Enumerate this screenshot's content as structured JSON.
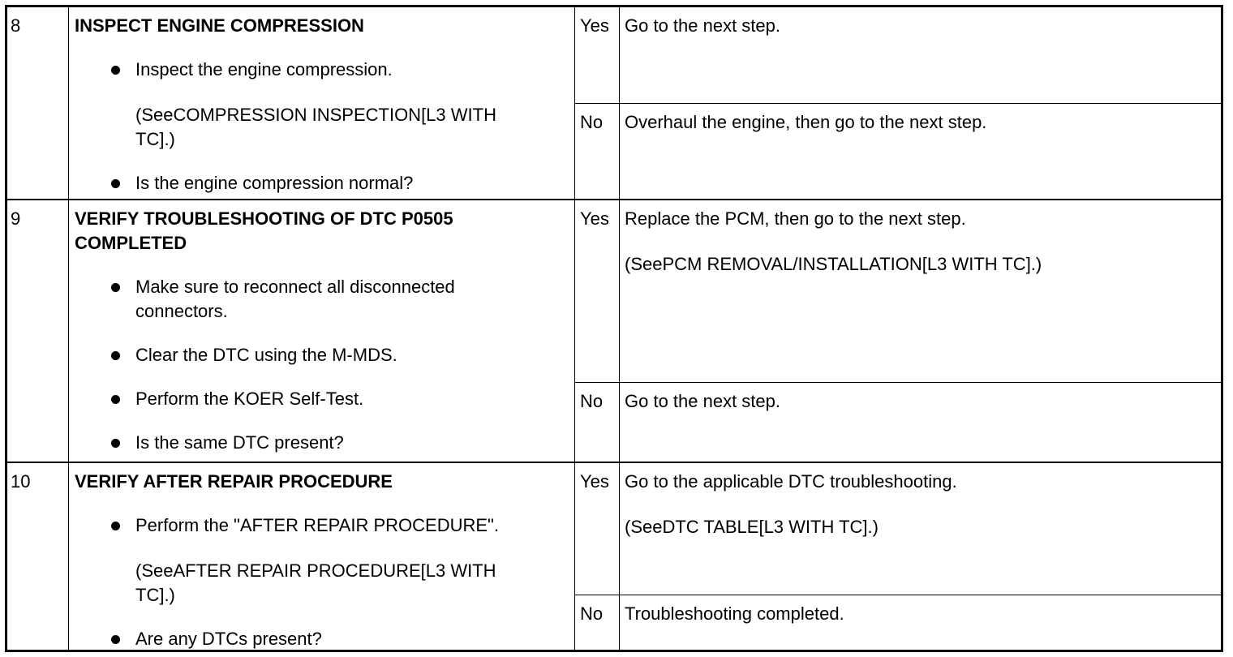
{
  "rows": [
    {
      "step": "8",
      "title_lines": [
        "INSPECT ENGINE COMPRESSION"
      ],
      "items": [
        {
          "bullet": true,
          "lines": [
            "Inspect the engine compression."
          ]
        },
        {
          "bullet": false,
          "lines": [
            "(SeeCOMPRESSION INSPECTION[L3 WITH",
            "TC].)"
          ]
        },
        {
          "bullet": true,
          "lines": [
            "Is the engine compression normal?"
          ]
        }
      ],
      "answers": [
        {
          "label": "Yes",
          "actions": [
            "Go to the next step."
          ]
        },
        {
          "label": "No",
          "actions": [
            "Overhaul the engine, then go to the next step."
          ]
        }
      ]
    },
    {
      "step": "9",
      "title_lines": [
        "VERIFY TROUBLESHOOTING OF DTC P0505",
        "COMPLETED"
      ],
      "items": [
        {
          "bullet": true,
          "lines": [
            "Make sure to reconnect all disconnected",
            "connectors."
          ]
        },
        {
          "bullet": true,
          "lines": [
            "Clear the DTC using the M-MDS."
          ]
        },
        {
          "bullet": true,
          "lines": [
            "Perform the KOER Self-Test."
          ]
        },
        {
          "bullet": true,
          "lines": [
            "Is the same DTC present?"
          ]
        }
      ],
      "answers": [
        {
          "label": "Yes",
          "actions": [
            "Replace the PCM, then go to the next step.",
            "(SeePCM REMOVAL/INSTALLATION[L3 WITH TC].)"
          ]
        },
        {
          "label": "No",
          "actions": [
            "Go to the next step."
          ]
        }
      ]
    },
    {
      "step": "10",
      "title_lines": [
        "VERIFY AFTER REPAIR PROCEDURE"
      ],
      "items": [
        {
          "bullet": true,
          "lines": [
            "Perform the \"AFTER REPAIR PROCEDURE\"."
          ]
        },
        {
          "bullet": false,
          "lines": [
            "(SeeAFTER REPAIR PROCEDURE[L3 WITH",
            "TC].)"
          ]
        },
        {
          "bullet": true,
          "lines": [
            "Are any DTCs present?"
          ]
        }
      ],
      "answers": [
        {
          "label": "Yes",
          "actions": [
            "Go to the applicable DTC troubleshooting.",
            "(SeeDTC TABLE[L3 WITH TC].)"
          ]
        },
        {
          "label": "No",
          "actions": [
            "Troubleshooting completed."
          ]
        }
      ]
    }
  ]
}
